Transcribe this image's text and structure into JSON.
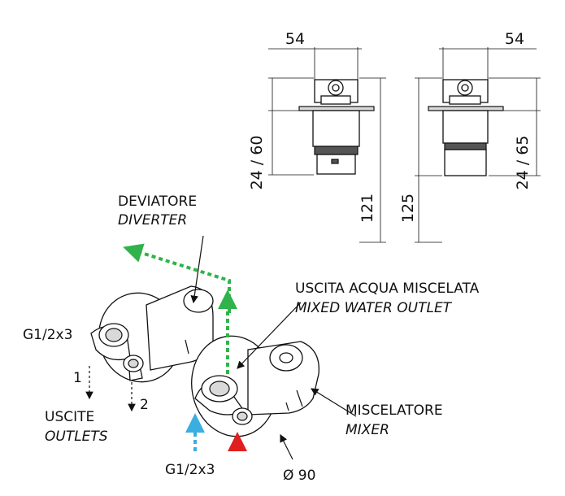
{
  "dimensions": {
    "width_left": "54",
    "width_right": "54",
    "depth_left": "24 / 60",
    "depth_right": "24 / 65",
    "height_left": "121",
    "height_right": "125",
    "diameter": "Ø 90"
  },
  "labels": {
    "diverter_it": "DEVIATORE",
    "diverter_en": "DIVERTER",
    "mixed_outlet_it": "USCITA ACQUA MISCELATA",
    "mixed_outlet_en": "MIXED WATER OUTLET",
    "mixer_it": "MISCELATORE",
    "mixer_en": "MIXER",
    "outlets_it": "USCITE",
    "outlets_en": "OUTLETS",
    "thread_top": "G1/2x3",
    "thread_bottom": "G1/2x3",
    "outlet_1": "1",
    "outlet_2": "2"
  },
  "colors": {
    "green_flow": "#2fb34a",
    "blue_flow": "#3aaee0",
    "red_flow": "#e02020",
    "line": "#111111"
  }
}
